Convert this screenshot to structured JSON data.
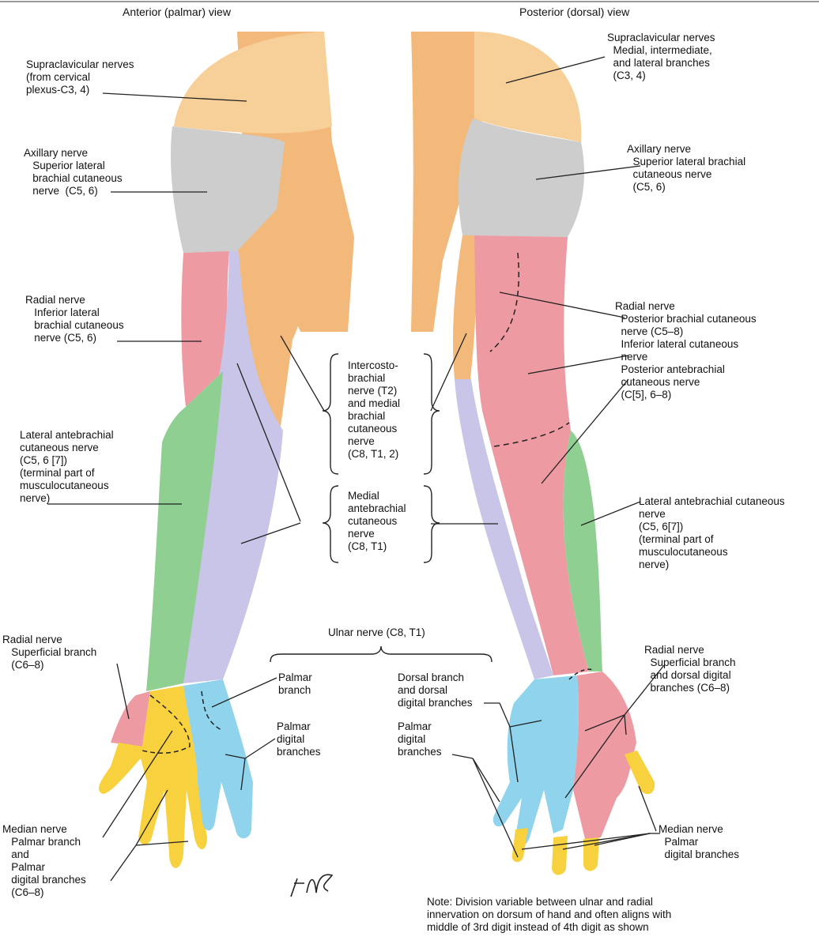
{
  "headers": {
    "anterior": "Anterior (palmar) view",
    "posterior": "Posterior (dorsal) view"
  },
  "colors": {
    "skin": "#f2b97a",
    "skin_light": "#f7cf98",
    "gray": "#cdcdcd",
    "red": "#ee9aa2",
    "violet": "#c8c5e8",
    "green": "#8fcf91",
    "blue": "#8fd3ec",
    "yellow": "#f7d13e"
  },
  "labels": {
    "supraclavicular_ant": "Supraclavicular nerves\n(from cervical\nplexus-C3, 4)",
    "axillary_ant": "Axillary nerve\n   Superior lateral\n   brachial cutaneous\n   nerve  (C5, 6)",
    "radial_ant": "Radial nerve\n   Inferior lateral\n   brachial cutaneous\n   nerve (C5, 6)",
    "lateral_ante_ant": "Lateral antebrachial\ncutaneous nerve\n(C5, 6 [7])\n(terminal part of\nmusculocutaneous\nnerve)",
    "radial_superficial_ant": "Radial nerve\n   Superficial branch\n   (C6–8)",
    "median_ant": "Median nerve\n   Palmar branch\n   and\n   Palmar\n   digital branches\n   (C6–8)",
    "intercosto": "Intercosto-\nbrachial\nnerve (T2)\nand medial\nbrachial\ncutaneous\nnerve\n(C8, T1, 2)",
    "medial_ante": "Medial\nantebrachial\ncutaneous\nnerve\n(C8, T1)",
    "ulnar": "Ulnar nerve (C8, T1)",
    "palmar_branch": "Palmar\nbranch",
    "palmar_digital": "Palmar\ndigital\nbranches",
    "dorsal_branch": "Dorsal branch\nand dorsal\ndigital branches",
    "palmar_digital_post": "Palmar\ndigital\nbranches",
    "supraclavicular_post": "Supraclavicular nerves\n  Medial, intermediate,\n  and lateral branches\n  (C3, 4)",
    "axillary_post": "Axillary nerve\n  Superior lateral brachial\n  cutaneous nerve\n  (C5, 6)",
    "radial_post": "Radial nerve\n  Posterior brachial cutaneous\n  nerve (C5–8)\n  Inferior lateral cutaneous\n  nerve\n  Posterior antebrachial\n  cutaneous nerve\n  (C[5], 6–8)",
    "lateral_ante_post": "Lateral antebrachial cutaneous\nnerve\n(C5, 6[7])\n(terminal part of\nmusculocutaneous\nnerve)",
    "radial_superficial_post": "Radial nerve\n  Superficial branch\n  and dorsal digital\n  branches (C6–8)",
    "median_post": "Median nerve\n  Palmar\n  digital branches",
    "note": "Note: Division variable between ulnar and radial\ninnervation on dorsum of hand and often aligns with\nmiddle of 3rd digit instead of 4th digit as shown",
    "signature": "F. Netter"
  }
}
